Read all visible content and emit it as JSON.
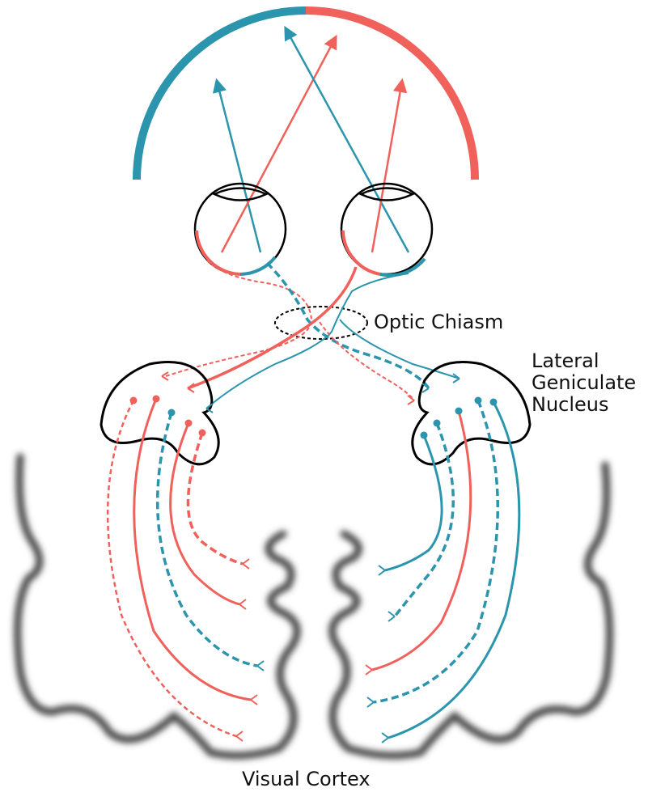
{
  "labels": {
    "optic_chiasm": "Optic Chiasm",
    "lgn_line1": "Lateral",
    "lgn_line2": "Geniculate",
    "lgn_line3": "Nucleus",
    "visual_cortex": "Visual Cortex"
  },
  "colors": {
    "teal": "#2b95ad",
    "red": "#f0615b",
    "black": "#000000",
    "cortex_gray": "#444444"
  }
}
